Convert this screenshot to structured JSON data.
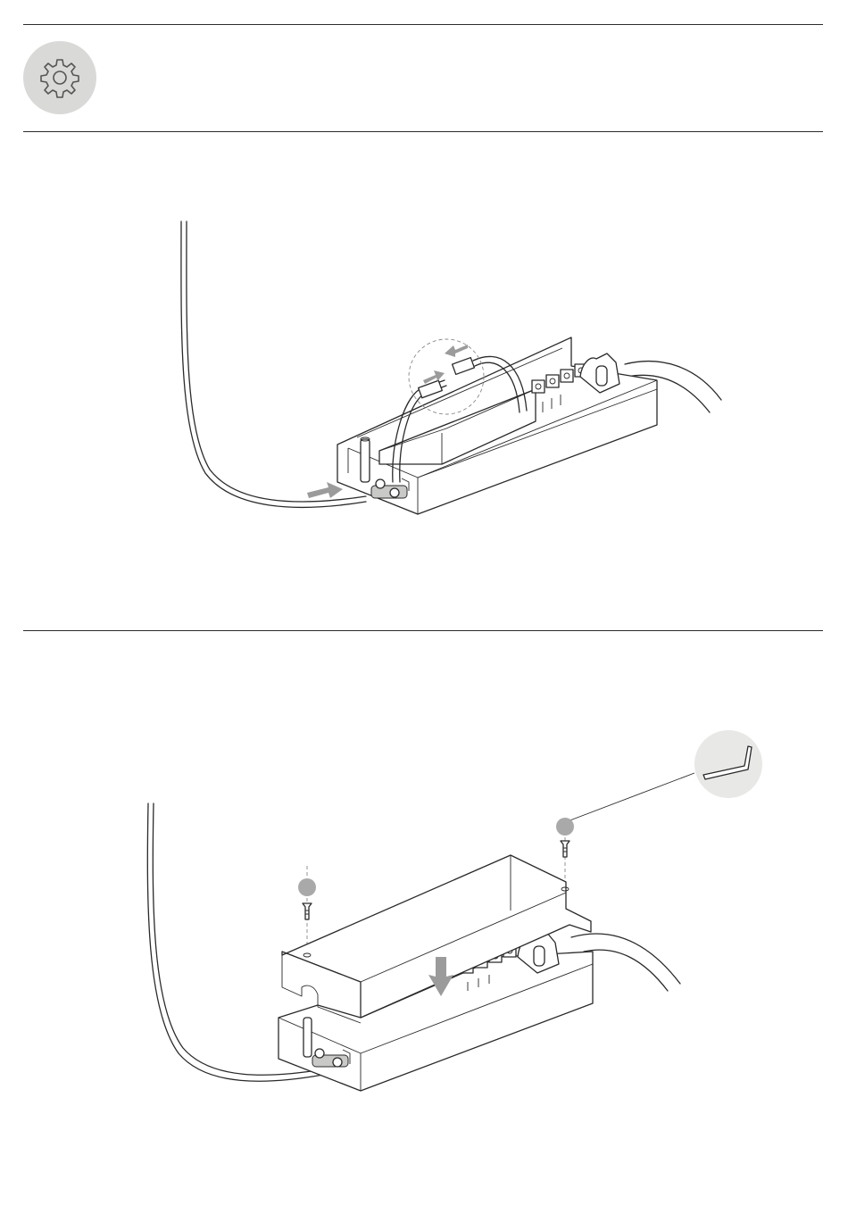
{
  "header": {
    "icon": "gear-icon",
    "badge_color": "#d9d9d7"
  },
  "steps": [
    {
      "name": "connect-cable",
      "tool": null
    },
    {
      "name": "attach-cover",
      "tool": "hex-key-icon",
      "screws": 2
    }
  ],
  "colors": {
    "line": "#2a2a2a",
    "arrow": "#9b9b9b",
    "marker": "#a9a9a9",
    "tool_bg": "#e8e8e6"
  }
}
